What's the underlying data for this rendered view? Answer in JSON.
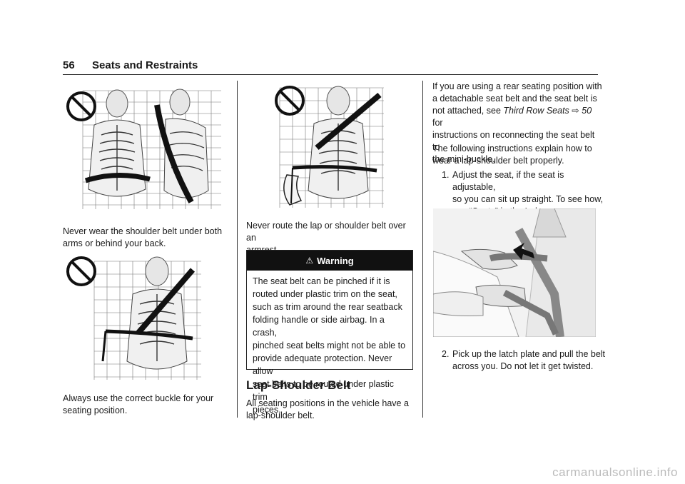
{
  "header": {
    "page_number": "56",
    "section_title": "Seats and Restraints"
  },
  "col1": {
    "caption1_line1": "Never wear the shoulder belt under both",
    "caption1_line2": "arms or behind your back.",
    "caption2_line1": "Always use the correct buckle for your",
    "caption2_line2": "seating position."
  },
  "col2": {
    "caption_line1": "Never route the lap or shoulder belt over an",
    "caption_line2": "armrest.",
    "warning": {
      "title": "Warning",
      "lines": [
        "The seat belt can be pinched if it is",
        "routed under plastic trim on the seat,",
        "such as trim around the rear seatback",
        "folding handle or side airbag. In a crash,",
        "pinched seat belts might not be able to",
        "provide adequate protection. Never allow",
        "seat belts to be routed under plastic trim",
        "pieces."
      ]
    },
    "heading": "Lap-Shoulder Belt",
    "body_line1": "All seating positions in the vehicle have a",
    "body_line2": "lap-shoulder belt."
  },
  "col3": {
    "p1_line1": "If you are using a rear seating position with",
    "p1_line2": "a detachable seat belt and the seat belt is",
    "p1_line3_pre": "not attached, see ",
    "p1_line3_ref": "Third Row Seats",
    "p1_line3_arrow": "⇨",
    "p1_line3_page": "50",
    "p1_line3_post": " for",
    "p1_line4": "instructions on reconnecting the seat belt to",
    "p1_line5": "the mini-buckle.",
    "p2_line1": "The following instructions explain how to",
    "p2_line2": "wear a lap-shoulder belt properly.",
    "step1_num": "1.",
    "step1_line1": "Adjust the seat, if the seat is adjustable,",
    "step1_line2": "so you can sit up straight. To see how,",
    "step1_line3": "see “Seats” in the Index.",
    "step2_num": "2.",
    "step2_line1": "Pick up the latch plate and pull the belt",
    "step2_line2": "across you. Do not let it get twisted."
  },
  "watermark": "carmanualsonline.info"
}
